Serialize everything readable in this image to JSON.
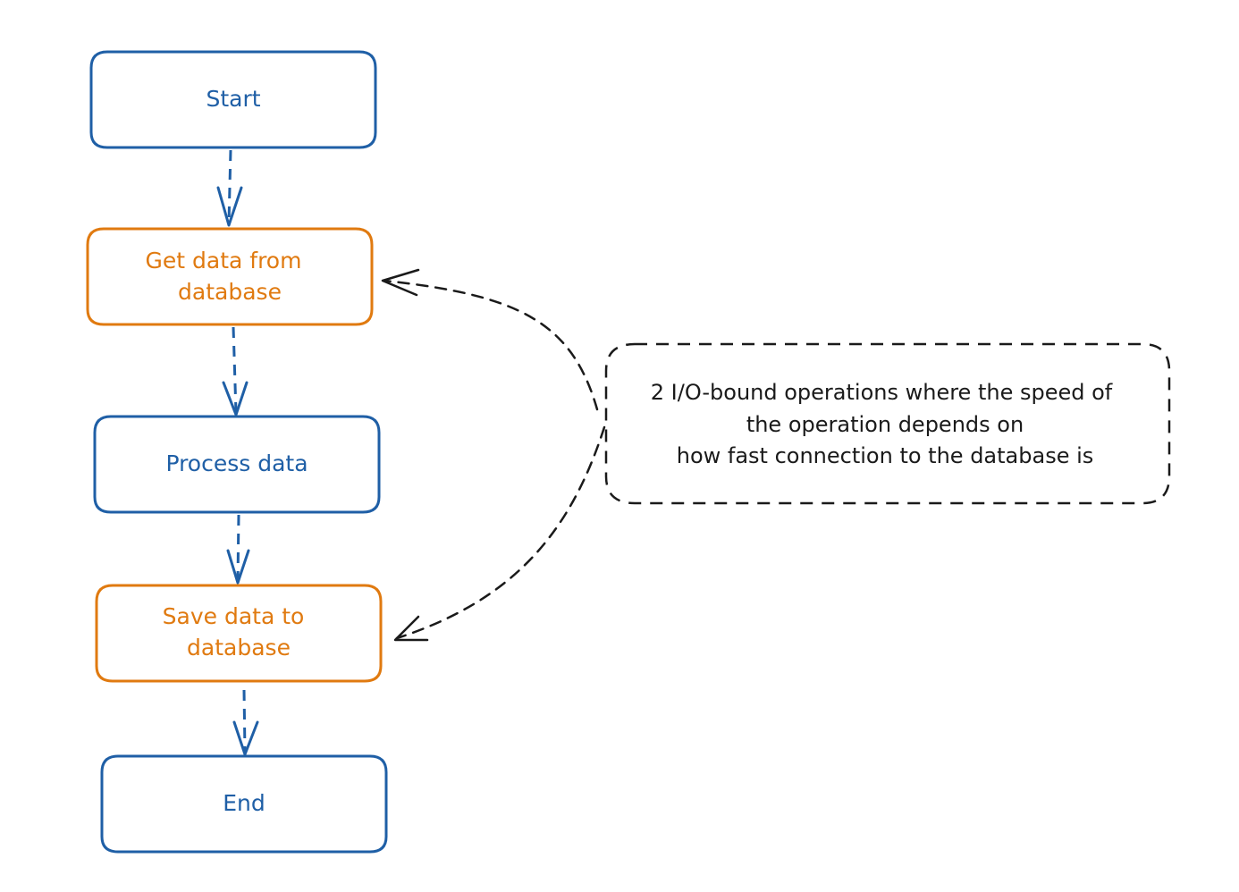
{
  "colors": {
    "blue": "#1f5fa6",
    "orange": "#e07a10",
    "black": "#1a1a1a",
    "background": "#ffffff"
  },
  "nodes": {
    "start": {
      "label": "Start",
      "color": "blue"
    },
    "get_data": {
      "label_line1": "Get data from",
      "label_line2": "database",
      "color": "orange"
    },
    "process": {
      "label": "Process data",
      "color": "blue"
    },
    "save_data": {
      "label_line1": "Save data to",
      "label_line2": "database",
      "color": "orange"
    },
    "end": {
      "label": "End",
      "color": "blue"
    }
  },
  "note": {
    "line1": "2 I/O-bound operations where the speed of",
    "line2": "the operation depends on",
    "line3": "how fast connection to the database is",
    "border_style": "dashed",
    "color": "black"
  }
}
